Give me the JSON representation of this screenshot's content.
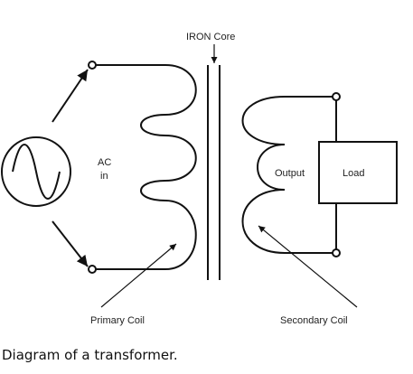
{
  "diagram": {
    "iron_core_label": "IRON Core",
    "ac_label_line1": "AC",
    "ac_label_line2": "in",
    "output_label": "Output",
    "load_label": "Load",
    "primary_coil_label": "Primary Coil",
    "secondary_coil_label": "Secondary Coil"
  },
  "caption": "Diagram of a transformer."
}
